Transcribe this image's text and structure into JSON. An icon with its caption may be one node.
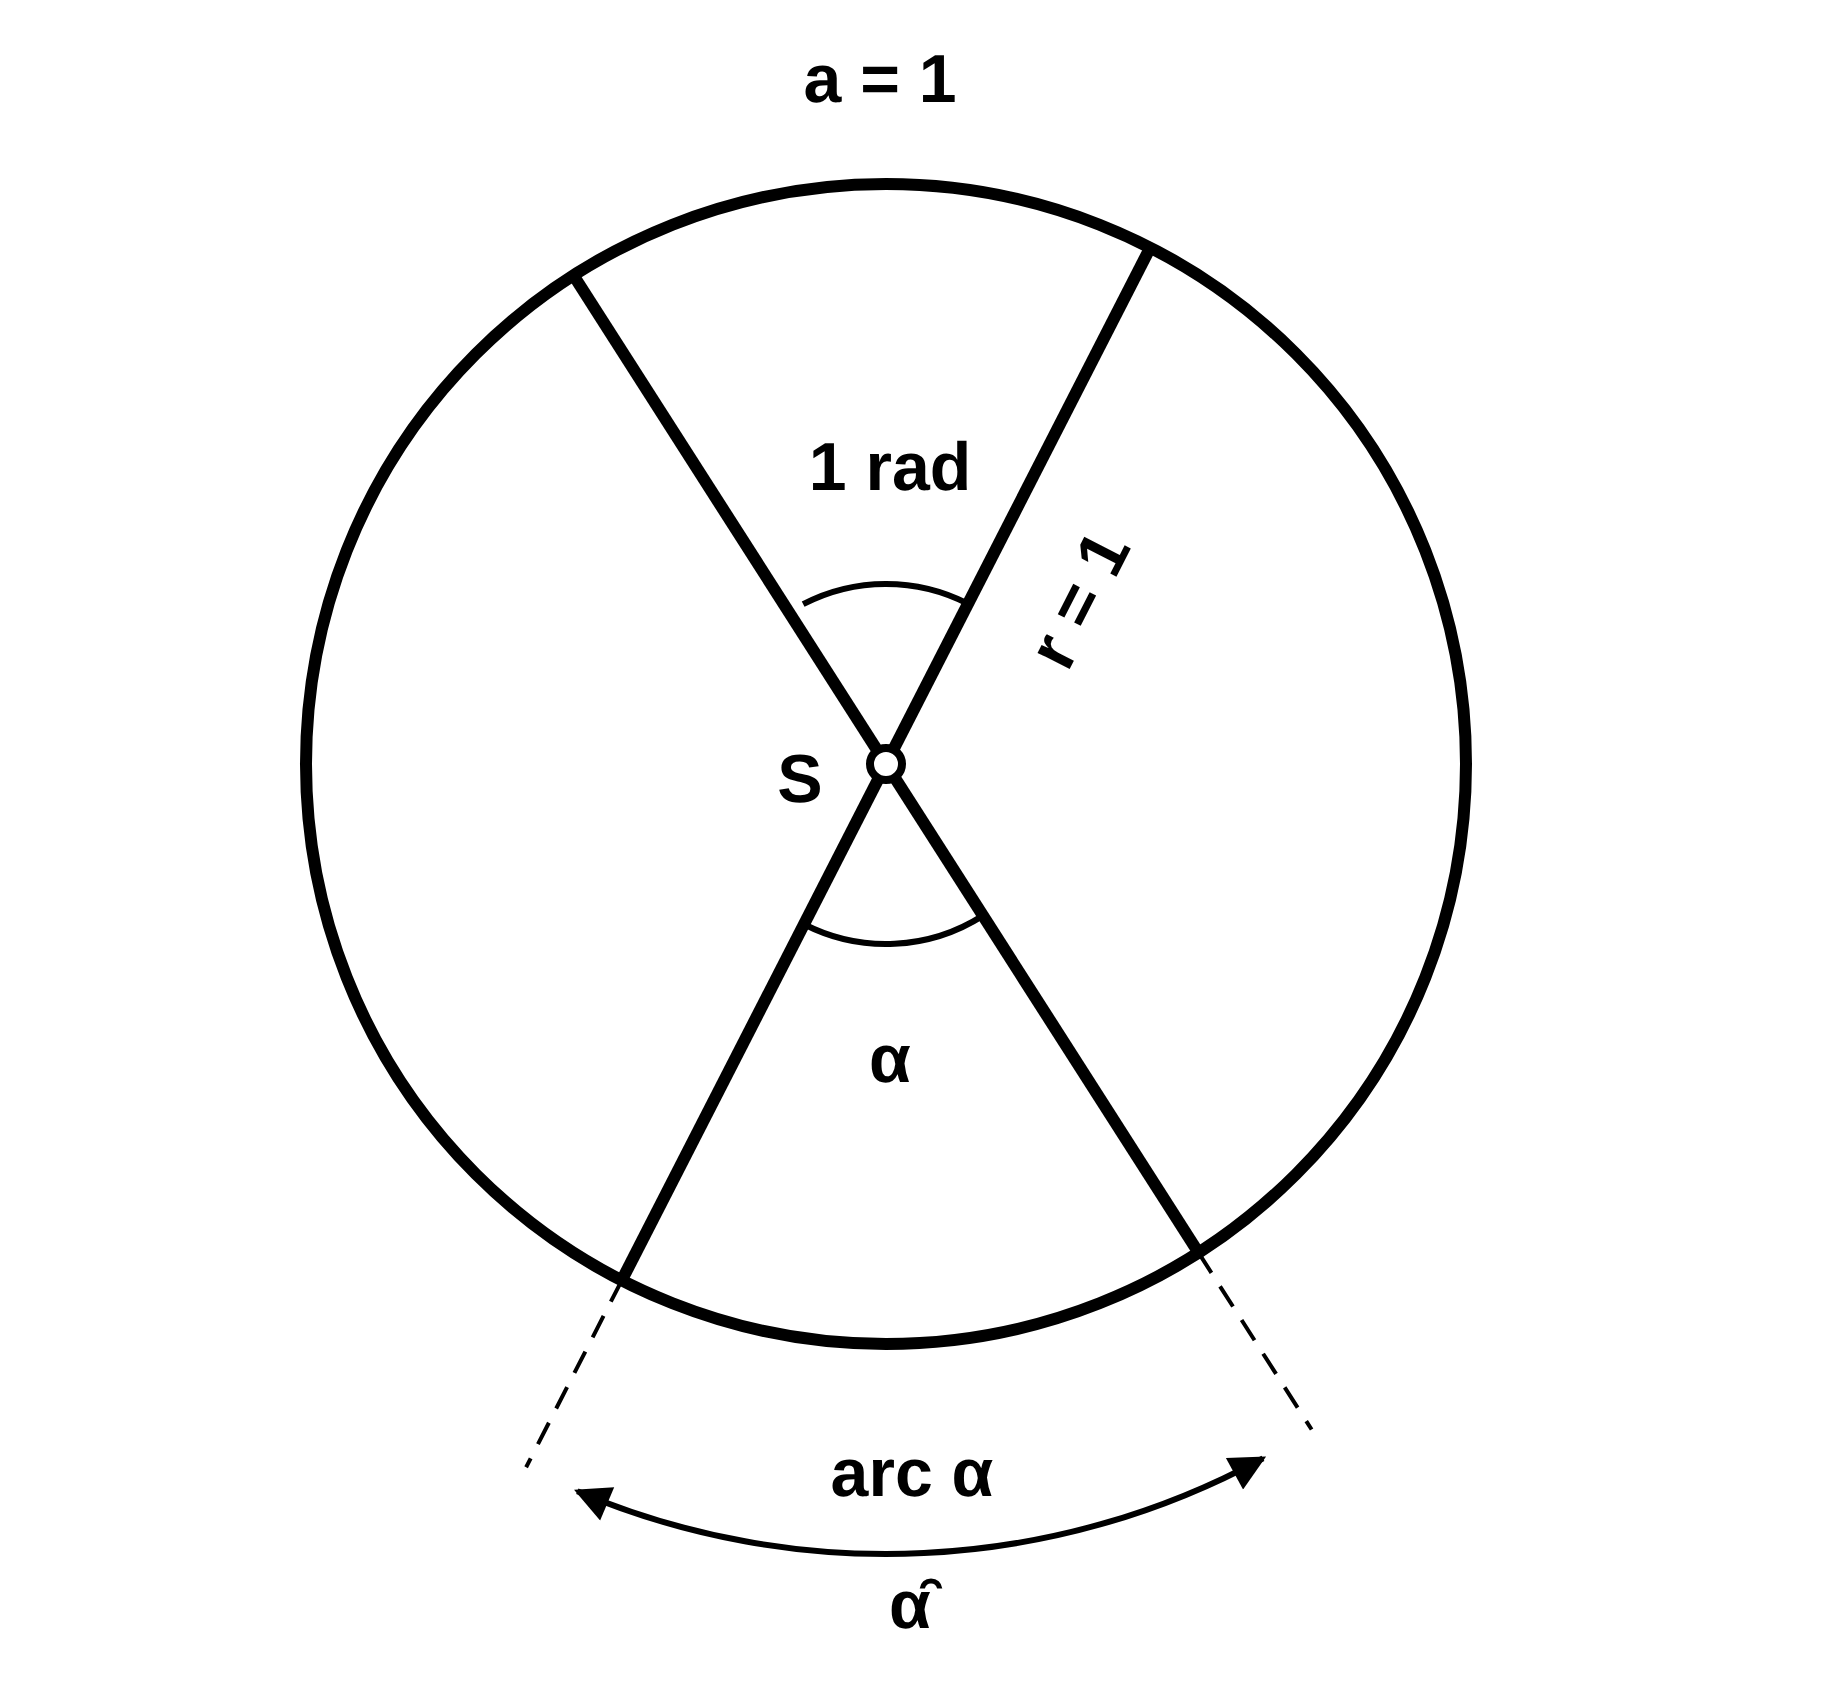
{
  "diagram": {
    "labels": [
      "a = 1",
      "1 rad",
      "r = 1",
      "S",
      "α",
      "arc α",
      "α̑"
    ]
  }
}
